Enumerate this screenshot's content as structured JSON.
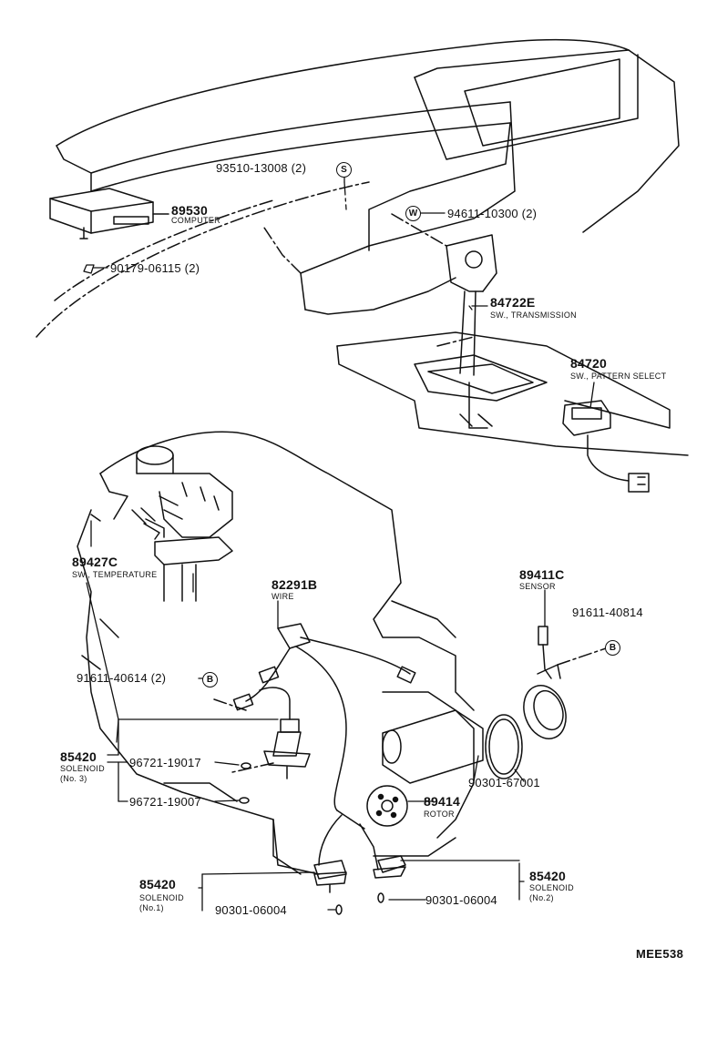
{
  "diagram_code": "MEE538",
  "markers": {
    "s": "S",
    "w": "W",
    "b": "B"
  },
  "parts": {
    "computer": {
      "number": "89530",
      "name": "COMPUTER"
    },
    "bolt_93510": {
      "number": "93510-13008 (2)"
    },
    "bolt_94611": {
      "number": "94611-10300 (2)"
    },
    "clip_90179": {
      "number": "90179-06115 (2)"
    },
    "sw_transmission": {
      "number": "84722E",
      "name": "SW., TRANSMISSION"
    },
    "sw_pattern": {
      "number": "84720",
      "name": "SW., PATTERN SELECT"
    },
    "sw_temperature": {
      "number": "89427C",
      "name": "SW., TEMPERATURE"
    },
    "wire": {
      "number": "82291B",
      "name": "WIRE"
    },
    "sensor": {
      "number": "89411C",
      "name": "SENSOR"
    },
    "bolt_91611_40814": {
      "number": "91611-40814"
    },
    "bolt_91611_40614": {
      "number": "91611-40614 (2)"
    },
    "solenoid_no3": {
      "number": "85420",
      "name": "SOLENOID",
      "sub": "(No. 3)"
    },
    "oring_96721_19017": {
      "number": "96721-19017"
    },
    "oring_96721_19007": {
      "number": "96721-19007"
    },
    "oring_90301_67001": {
      "number": "90301-67001"
    },
    "rotor": {
      "number": "89414",
      "name": "ROTOR"
    },
    "solenoid_no1": {
      "number": "85420",
      "name": "SOLENOID",
      "sub": "(No.1)",
      "oring": "90301-06004"
    },
    "solenoid_no2": {
      "number": "85420",
      "name": "SOLENOID",
      "sub": "(No.2)",
      "oring": "90301-06004"
    }
  }
}
